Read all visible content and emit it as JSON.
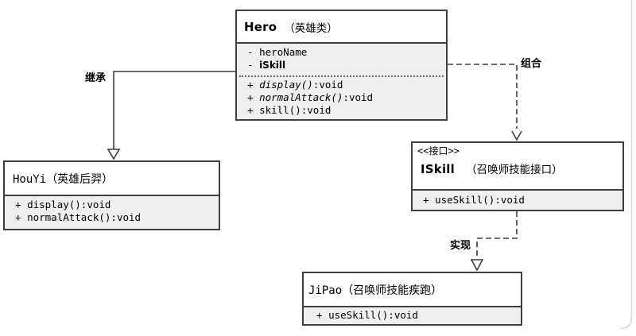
{
  "palette": {
    "box_border": "#3f3f3f",
    "body_fill": "#efefef",
    "title_fill": "#ffffff",
    "line_color": "#3d3d3d",
    "window_edge": "#d9d9d9"
  },
  "relations": {
    "inheritance_label": "继承",
    "composition_label": "组合",
    "realization_label": "实现"
  },
  "hero": {
    "name": "Hero",
    "alias": "（英雄类）",
    "attributes": [
      {
        "sign": "-",
        "text": "heroName"
      },
      {
        "sign": "-",
        "text": "iSkill"
      }
    ],
    "methods": [
      {
        "sign": "+",
        "sig": "display()",
        "ret": ":void"
      },
      {
        "sign": "+",
        "sig": "normalAttack()",
        "ret": ":void"
      },
      {
        "sign": "+",
        "sig": "skill()",
        "ret": ":void"
      }
    ]
  },
  "houyi": {
    "name": "HouYi（英雄后羿）",
    "methods": [
      {
        "sign": "+",
        "sig": "display()",
        "ret": ":void"
      },
      {
        "sign": "+",
        "sig": "normalAttack()",
        "ret": ":void"
      }
    ]
  },
  "iskill": {
    "stereotype": "<<接口>>",
    "name": "ISkill",
    "alias": "（召唤师技能接口）",
    "methods": [
      {
        "sign": "+",
        "sig": "useSkill()",
        "ret": ":void"
      }
    ]
  },
  "jipao": {
    "name": "JiPao（召唤师技能疾跑）",
    "methods": [
      {
        "sign": "+",
        "sig": "useSkill()",
        "ret": ":void"
      }
    ]
  }
}
